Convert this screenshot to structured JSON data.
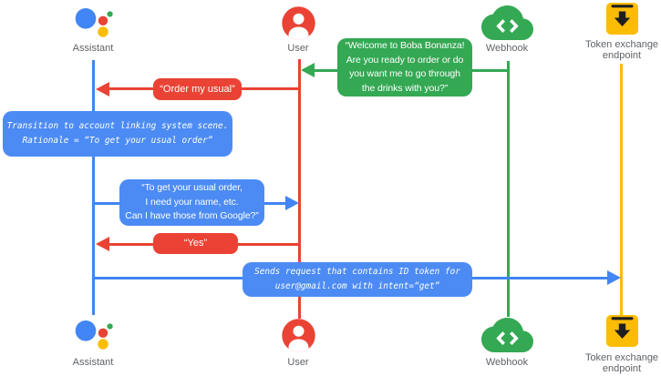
{
  "colors": {
    "blue_line": "#4285F4",
    "blue_box": "#4C8BF4",
    "red": "#EA4335",
    "green": "#34A853",
    "yellow": "#FBBC04",
    "label_gray": "#5F6368",
    "icon_dark": "#1F1F1F",
    "background": "#FFFFFF"
  },
  "actors": {
    "assistant": {
      "label": "Assistant"
    },
    "user": {
      "label": "User"
    },
    "webhook": {
      "label": "Webhook"
    },
    "token": {
      "label": "Token exchange\nendpoint"
    }
  },
  "messages": {
    "welcome": {
      "from": "Webhook",
      "to": "User",
      "text": "“Welcome to Boba Bonanza!\nAre you ready to order or do\nyou want me to go through\nthe drinks with you?”"
    },
    "order": {
      "from": "User",
      "to": "Assistant",
      "text": "“Order my usual”"
    },
    "transition": {
      "actor": "Assistant",
      "text": "Transition to account linking system scene.\nRationale = “To get your usual order”"
    },
    "ask": {
      "from": "Assistant",
      "to": "User",
      "text": "“To get your usual order,\nI need your name, etc.\nCan I have those from Google?”"
    },
    "yes": {
      "from": "User",
      "to": "Assistant",
      "text": "“Yes”"
    },
    "send": {
      "from": "Assistant",
      "to": "Token exchange endpoint",
      "text": "Sends request that contains ID token for\nuser@gmail.com with intent=“get”"
    }
  }
}
